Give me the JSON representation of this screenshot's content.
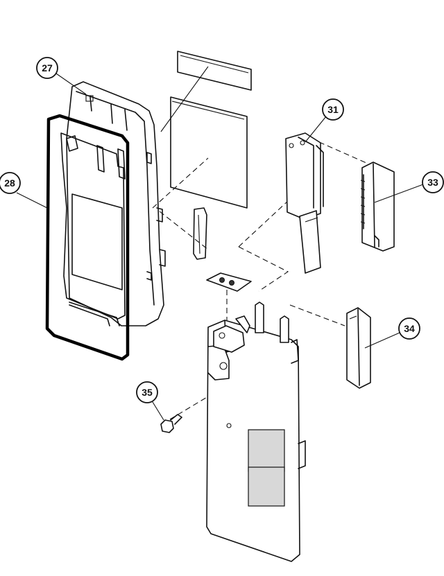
{
  "callouts": [
    {
      "id": "27",
      "label": "27"
    },
    {
      "id": "28",
      "label": "28"
    },
    {
      "id": "31",
      "label": "31"
    },
    {
      "id": "33",
      "label": "33"
    },
    {
      "id": "34",
      "label": "34"
    },
    {
      "id": "35",
      "label": "35"
    }
  ]
}
